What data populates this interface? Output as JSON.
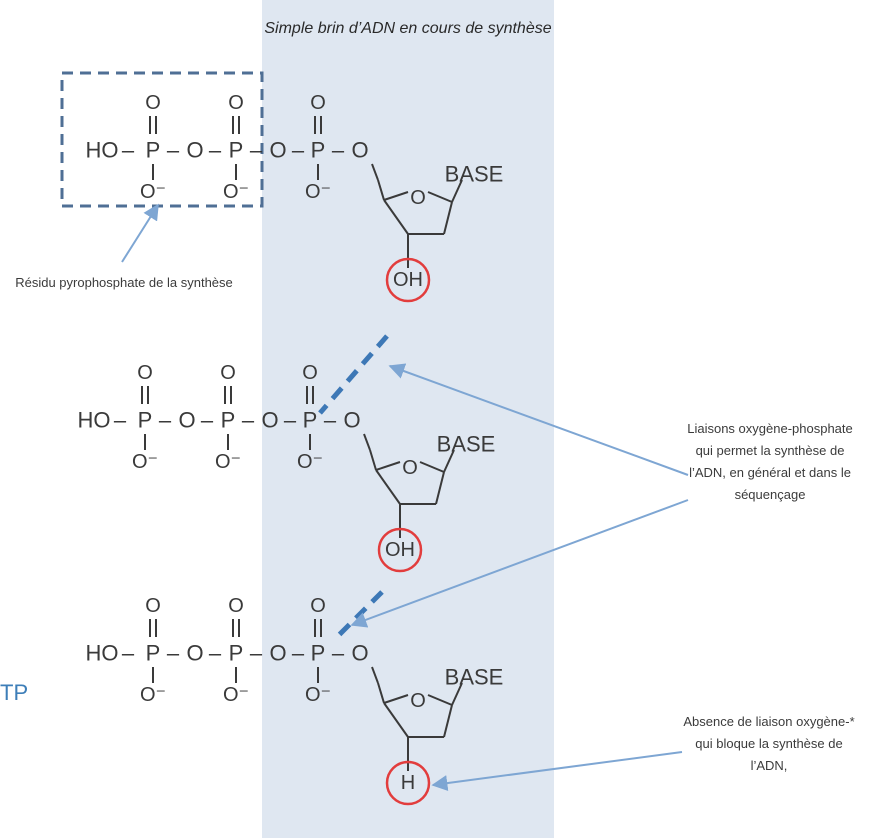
{
  "strand_label": "Simple brin d’ADN en cours de synthèse",
  "chem": {
    "ho": "HO",
    "oh": "OH",
    "h": "H",
    "o": "O",
    "o_minus": "O⁻",
    "p": "P",
    "base": "BASE",
    "dash": "–"
  },
  "annotations": {
    "pyrophosphate": "Résidu pyrophosphate de la synthèse",
    "bonds": "Liaisons oxygène-phosphate qui permet la synthèse de l’ADN, en général et dans le séquençage",
    "absence": "Absence de liaison oxygène-* qui bloque la synthèse de l’ADN,"
  },
  "edge_fragment": "TP",
  "colors": {
    "strand_band": "#dfe7f1",
    "highlight_circle": "#e23d3d",
    "dashed_bond": "#3d78b6",
    "arrow": "#7ea6d3",
    "box": "#4f6f95"
  }
}
